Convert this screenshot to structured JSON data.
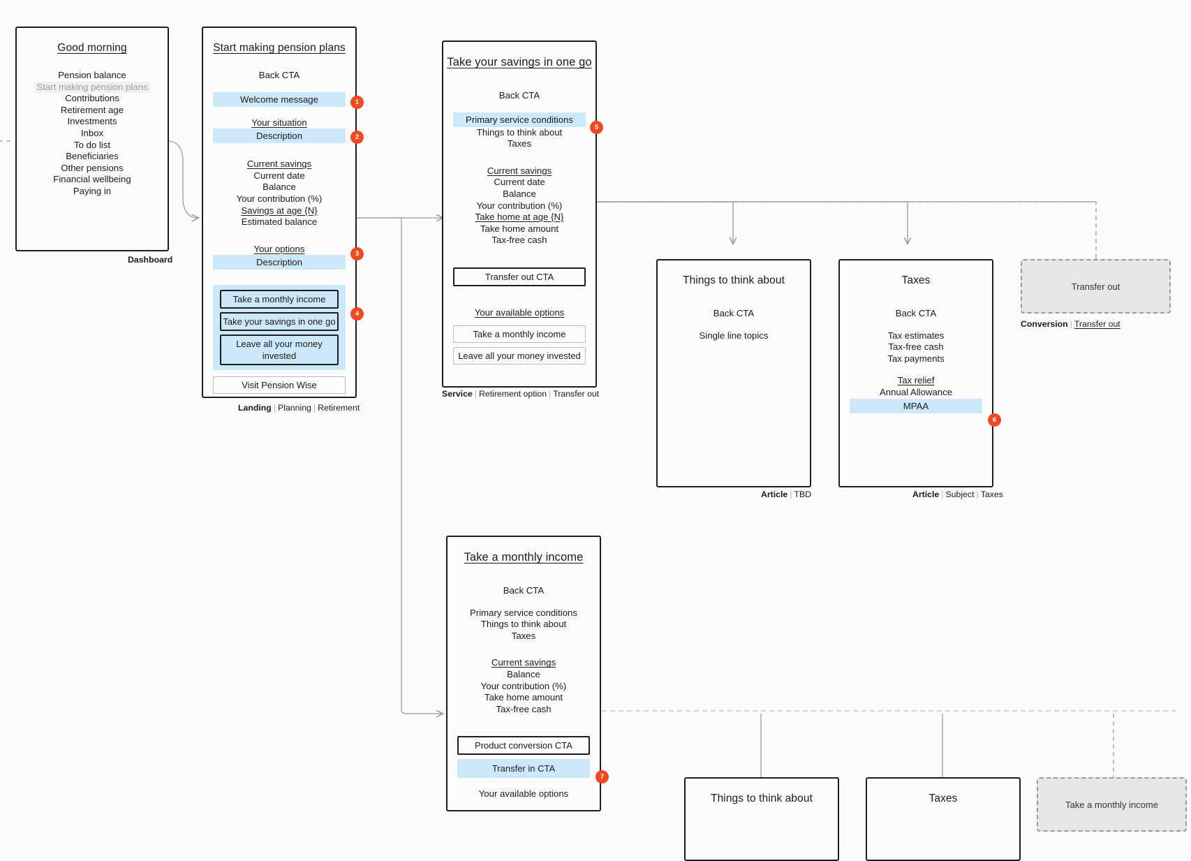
{
  "meta": {
    "diagram_type": "ux-flow-wireframe",
    "accent": "#ef4a23",
    "highlight": "#cde7fb",
    "ghost_fill": "#e6e6e6",
    "background": "#fbfbfb"
  },
  "cards": {
    "dashboard": {
      "title": "Good morning",
      "rows": [
        "Pension balance",
        "Start making pension plans",
        "Contributions",
        "Retirement age",
        "Investments",
        "Inbox",
        "To do list",
        "Beneficiaries",
        "Other pensions",
        "Financial wellbeing",
        "Paying in"
      ],
      "footer": {
        "primary": "Dashboard"
      }
    },
    "landing": {
      "title": "Start making pension plans",
      "back_cta": "Back CTA",
      "welcome_message": "Welcome message",
      "your_situation_heading": "Your situation",
      "your_situation_description": "Description",
      "current_savings_heading": "Current savings",
      "current_savings_rows": [
        "Current date",
        "Balance",
        "Your contribution (%)"
      ],
      "savings_at_age_heading": "Savings at age {N}",
      "savings_at_age_rows": [
        "Estimated balance"
      ],
      "your_options_heading": "Your options",
      "your_options_description": "Description",
      "option_buttons": [
        "Take a monthly income",
        "Take your savings in one go",
        "Leave all your money invested"
      ],
      "pension_wise_button": "Visit Pension Wise",
      "footer": {
        "primary": "Landing",
        "rest": [
          "Planning",
          "Retirement"
        ]
      },
      "badges": {
        "welcome": "1",
        "situation": "2",
        "options": "3",
        "option_buttons": "4"
      }
    },
    "one_go": {
      "title": "Take your savings in one go",
      "back_cta": "Back CTA",
      "primary_service_conditions": "Primary service conditions",
      "links": [
        "Things to think about",
        "Taxes"
      ],
      "current_savings_heading": "Current savings",
      "current_savings_rows": [
        "Current date",
        "Balance",
        "Your contribution (%)"
      ],
      "take_home_heading": "Take home at age {N}",
      "take_home_rows": [
        "Take home amount",
        "Tax-free cash"
      ],
      "transfer_out_cta": "Transfer out CTA",
      "available_options_heading": "Your available options",
      "option_buttons": [
        "Take a monthly income",
        "Leave all your money invested"
      ],
      "footer": {
        "primary": "Service",
        "rest": [
          "Retirement option",
          "Transfer out"
        ]
      },
      "badges": {
        "primary_service_conditions": "5"
      }
    },
    "monthly_income": {
      "title": "Take a monthly income",
      "back_cta": "Back CTA",
      "links": [
        "Primary service conditions",
        "Things to think about",
        "Taxes"
      ],
      "current_savings_heading": "Current savings",
      "current_savings_rows": [
        "Balance",
        "Your contribution (%)",
        "Take home amount",
        "Tax-free cash"
      ],
      "product_conversion_cta": "Product conversion CTA",
      "transfer_in_cta": "Transfer in CTA",
      "available_options_heading": "Your available options",
      "badges": {
        "transfer_in": "7"
      }
    },
    "things_top": {
      "title": "Things to think about",
      "back_cta": "Back CTA",
      "body": "Single line topics",
      "footer": {
        "primary": "Article",
        "rest": [
          "TBD"
        ]
      }
    },
    "taxes_top": {
      "title": "Taxes",
      "back_cta": "Back CTA",
      "rows": [
        "Tax estimates",
        "Tax-free cash",
        "Tax payments"
      ],
      "tax_relief_heading": "Tax relief",
      "annual_allowance": "Annual Allowance",
      "mpaa": "MPAA",
      "footer": {
        "primary": "Article",
        "rest": [
          "Subject",
          "Taxes"
        ]
      },
      "badges": {
        "mpaa": "6"
      }
    },
    "transfer_out_ghost": {
      "title": "Transfer out",
      "footer": {
        "primary": "Conversion",
        "link": "Transfer out"
      }
    },
    "things_bottom": {
      "title": "Things to think about"
    },
    "taxes_bottom": {
      "title": "Taxes"
    },
    "monthly_income_ghost": {
      "title": "Take a monthly income"
    }
  }
}
